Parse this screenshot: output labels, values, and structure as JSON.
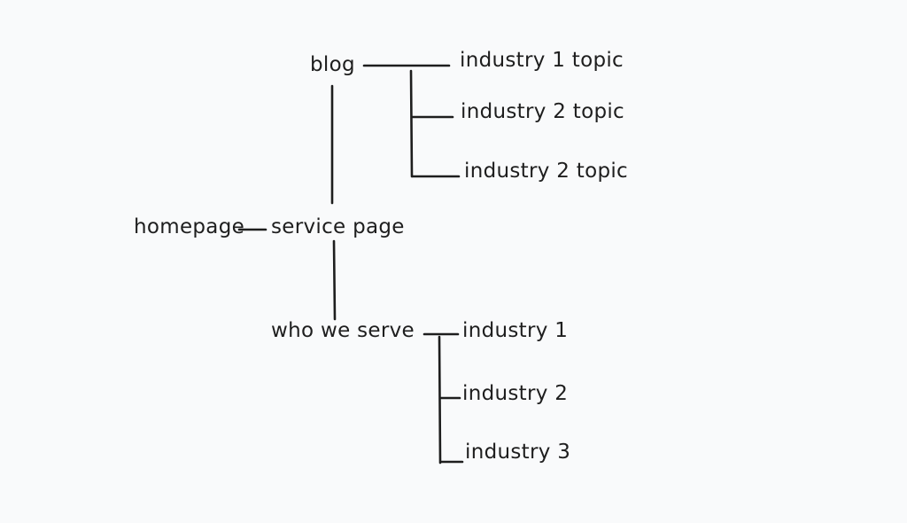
{
  "diagram": {
    "nodes": {
      "blog": "blog",
      "homepage": "homepage",
      "service_page": "service page",
      "who_we_serve": "who we serve",
      "blog_topics": [
        "industry 1 topic",
        "industry 2 topic",
        "industry 2 topic"
      ],
      "industries": [
        "industry 1",
        "industry 2",
        "industry 3"
      ]
    },
    "edges": [
      [
        "homepage",
        "service page"
      ],
      [
        "service page",
        "blog"
      ],
      [
        "service page",
        "who we serve"
      ],
      [
        "blog",
        "industry 1 topic"
      ],
      [
        "blog",
        "industry 2 topic"
      ],
      [
        "blog",
        "industry 2 topic"
      ],
      [
        "who we serve",
        "industry 1"
      ],
      [
        "who we serve",
        "industry 2"
      ],
      [
        "who we serve",
        "industry 3"
      ]
    ],
    "colors": {
      "background": "#f9fafb",
      "ink": "#1e1e1e"
    }
  }
}
